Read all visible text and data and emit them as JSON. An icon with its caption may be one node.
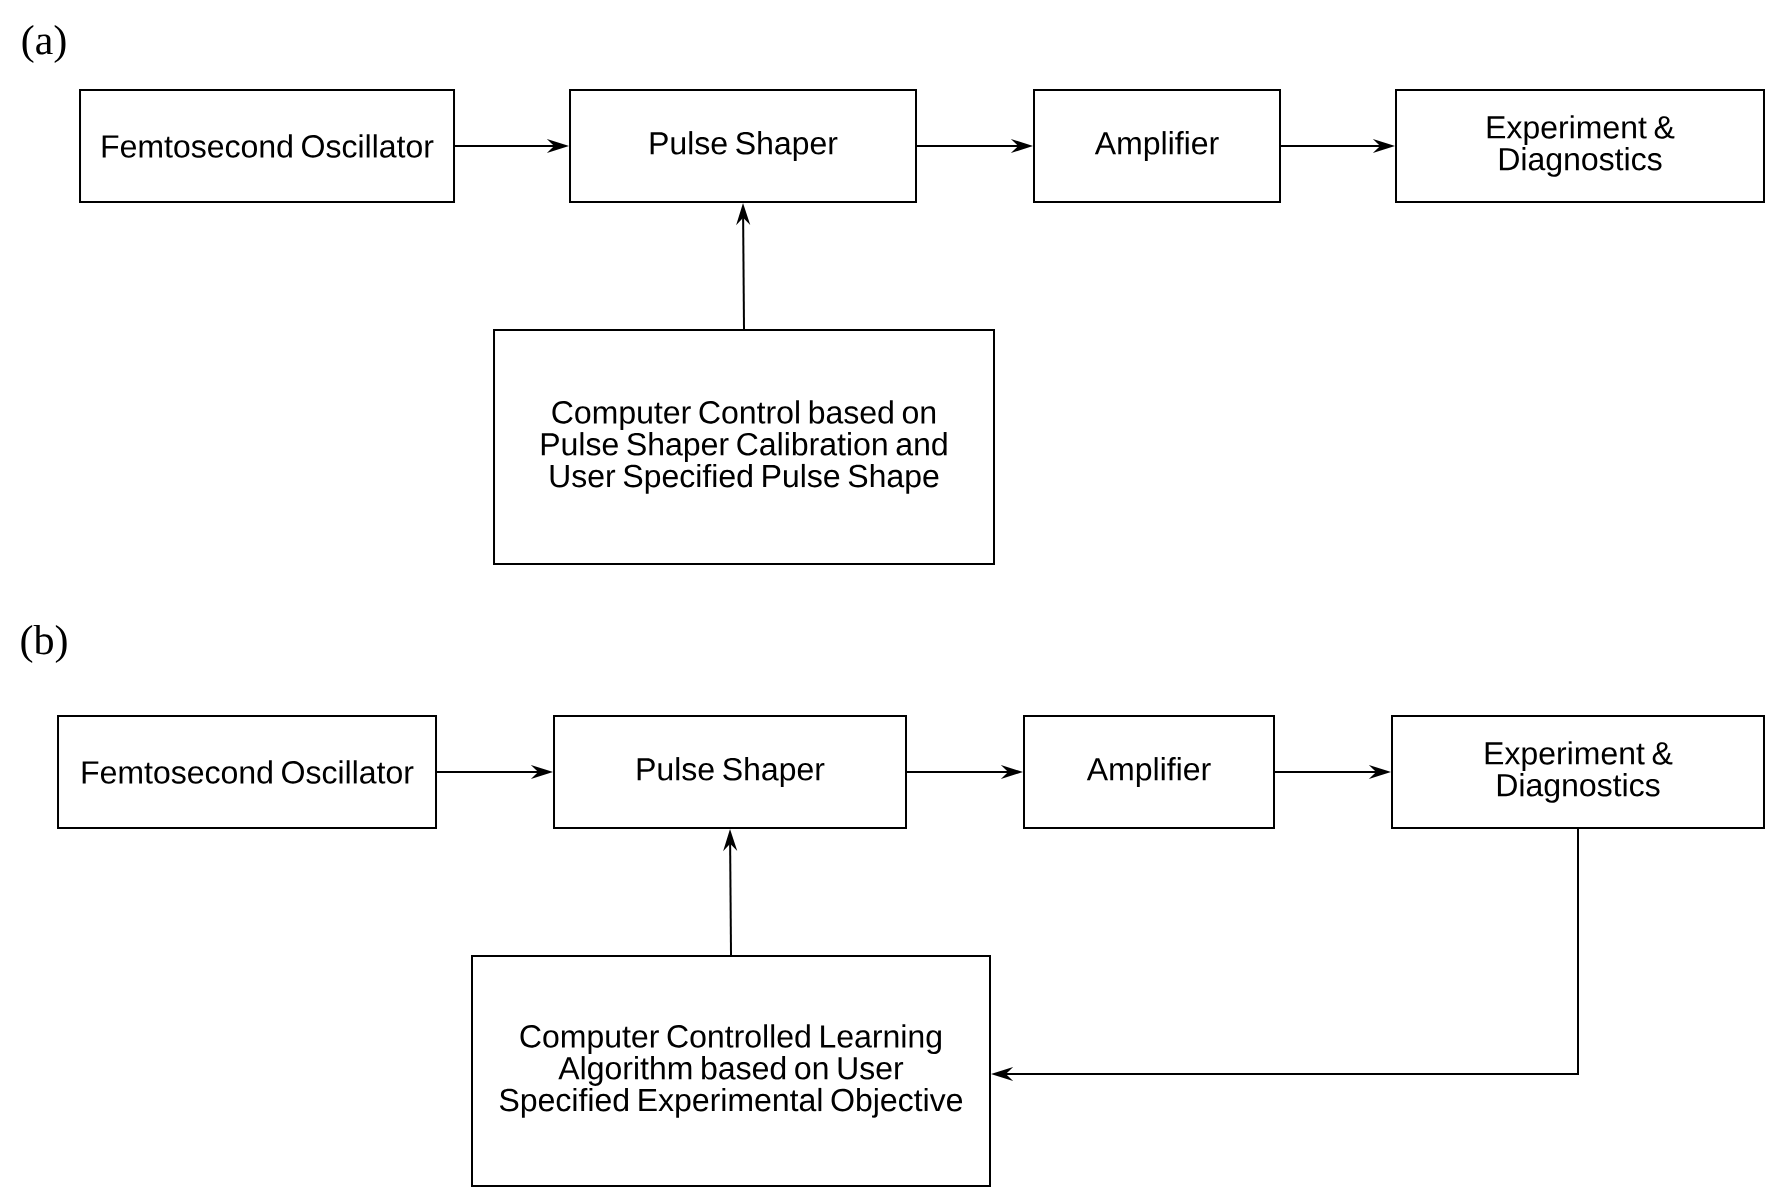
{
  "diagram": {
    "nodes": [
      {
        "text": [
          "Femtosecond Oscillator"
        ]
      },
      {
        "text": [
          "Pulse Shaper"
        ]
      },
      {
        "text": [
          "Amplifier"
        ]
      },
      {
        "text": [
          "Experiment & Diagnostics"
        ]
      },
      {
        "text": [
          "Computer Control based on Pulse Shaper Calibration and User Specified Pulse Shape"
        ]
      },
      {
        "text": [
          "Femtosecond Oscillator"
        ]
      },
      {
        "text": [
          "Pulse Shaper"
        ]
      },
      {
        "text": [
          "Amplifier"
        ]
      },
      {
        "text": [
          "Experiment & Diagnostics"
        ]
      },
      {
        "text": [
          "Computer Controlled Learning Algorithm based on User Specified Experimental Objective"
        ]
      }
    ],
    "edges": [
      {
        "from": 0,
        "to": 1,
        "arrow": "to"
      },
      {
        "from": 1,
        "to": 2,
        "arrow": "to"
      },
      {
        "from": 2,
        "to": 3,
        "arrow": "to"
      },
      {
        "from": 4,
        "to": 1,
        "arrow": "to"
      },
      {
        "from": 5,
        "to": 6,
        "arrow": "to"
      },
      {
        "from": 6,
        "to": 7,
        "arrow": "to"
      },
      {
        "from": 7,
        "to": 8,
        "arrow": "to"
      },
      {
        "from": 9,
        "to": 6,
        "arrow": "to"
      },
      {
        "from": 8,
        "to": 9,
        "arrow": "to"
      }
    ],
    "labels": [
      "(a)",
      "(b)"
    ]
  }
}
